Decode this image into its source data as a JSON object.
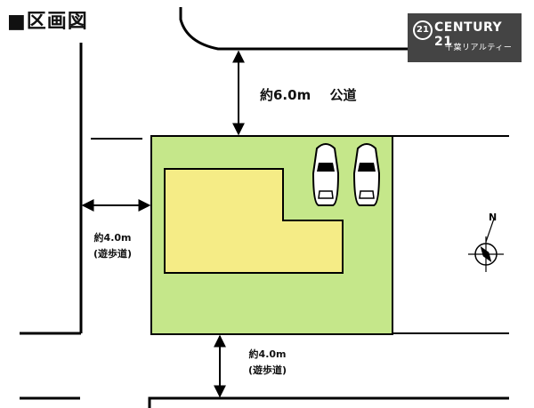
{
  "title": "■区画図",
  "logo": {
    "mark": "21",
    "name": "CENTURY 21",
    "sub": "千葉リアルティー"
  },
  "road_top": {
    "width": "約6.0m",
    "type": "公道"
  },
  "road_left": {
    "width": "約4.0m",
    "type": "(遊歩道)"
  },
  "road_bottom": {
    "width": "約4.0m",
    "type": "(遊歩道)"
  },
  "compass": {
    "north_label": "N"
  },
  "colors": {
    "lot": "#c5e78a",
    "building": "#f5ec86",
    "outline": "#000000",
    "logo_bg": "#444444"
  },
  "parking": {
    "car_count": 2
  }
}
